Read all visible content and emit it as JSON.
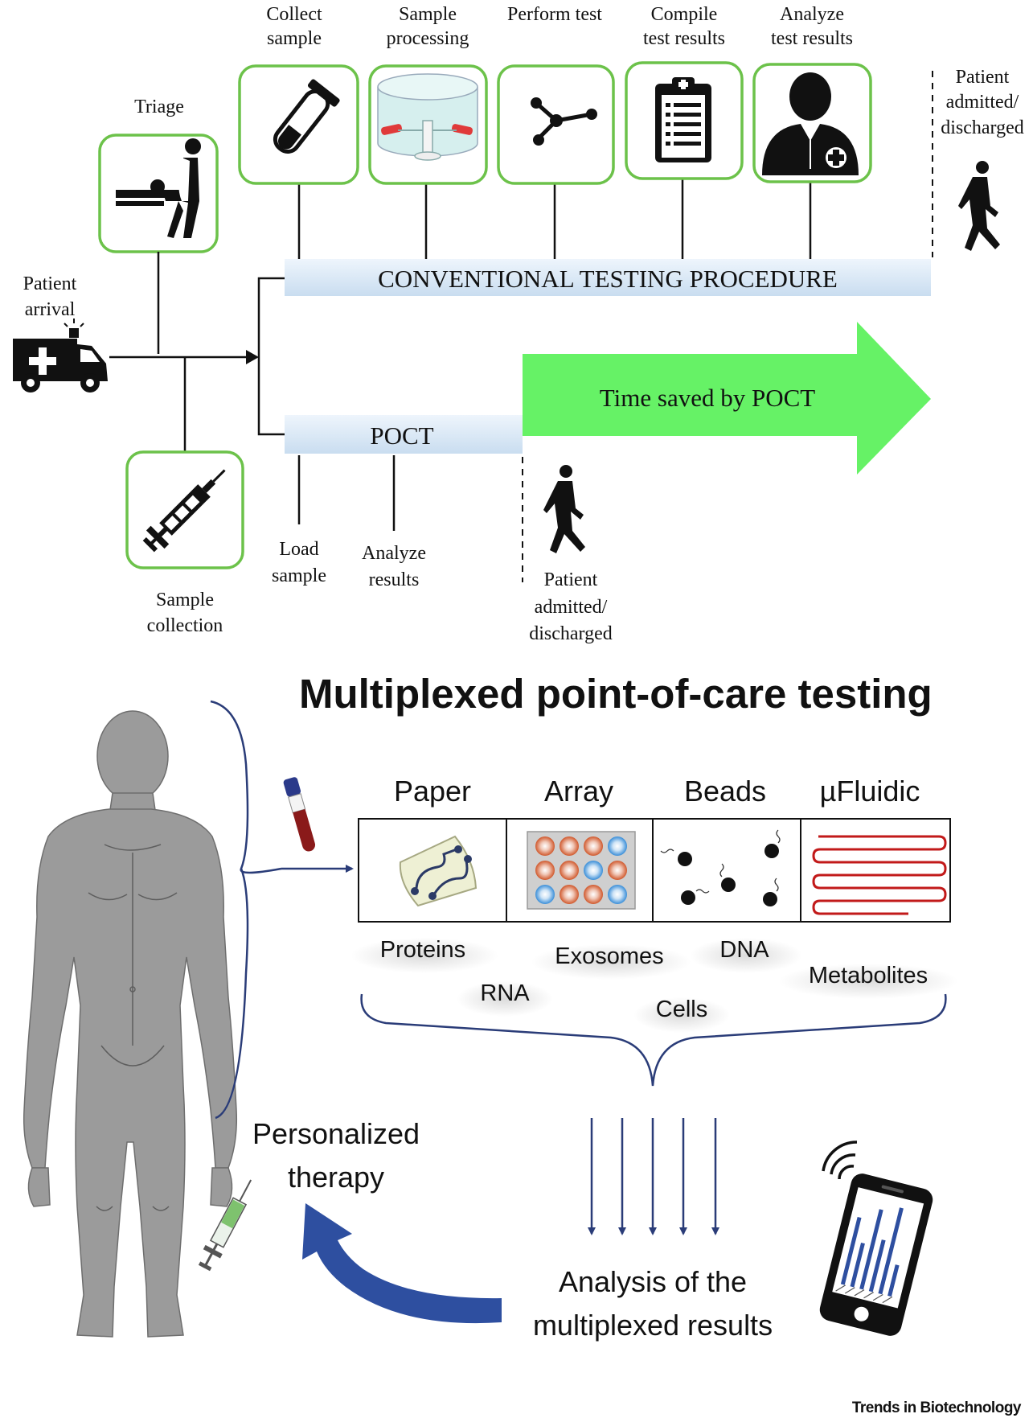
{
  "top": {
    "steps": [
      {
        "line1": "Collect",
        "line2": "sample"
      },
      {
        "line1": "Sample",
        "line2": "processing"
      },
      {
        "line1": "Perform test",
        "line2": ""
      },
      {
        "line1": "Compile",
        "line2": "test results"
      },
      {
        "line1": "Analyze",
        "line2": "test results"
      }
    ],
    "triage": "Triage",
    "patient_arrival": {
      "line1": "Patient",
      "line2": "arrival"
    },
    "admitted_right": {
      "line1": "Patient",
      "line2": "admitted/",
      "line3": "discharged"
    },
    "conventional_bar": "CONVENTIONAL TESTING PROCEDURE",
    "poct_bar": "POCT",
    "time_saved": "Time saved by POCT",
    "sample_collection": {
      "line1": "Sample",
      "line2": "collection"
    },
    "load_sample": {
      "line1": "Load",
      "line2": "sample"
    },
    "analyze_results": {
      "line1": "Analyze",
      "line2": "results"
    },
    "admitted_bottom": {
      "line1": "Patient",
      "line2": "admitted/",
      "line3": "discharged"
    }
  },
  "bottom": {
    "title": "Multiplexed point-of-care testing",
    "platforms": [
      "Paper",
      "Array",
      "Beads",
      "µFluidic"
    ],
    "analytes": [
      "Proteins",
      "Exosomes",
      "DNA",
      "Metabolites",
      "RNA",
      "Cells"
    ],
    "personalized": {
      "line1": "Personalized",
      "line2": "therapy"
    },
    "analysis": {
      "line1": "Analysis of the",
      "line2": "multiplexed results"
    },
    "credit": "Trends in Biotechnology"
  },
  "colors": {
    "box_border": "#6cc24a",
    "bar_fill": "#dbe9f6",
    "arrow_green": "#66f266",
    "navy": "#2a3c78",
    "body_gray": "#9b9b9b"
  }
}
